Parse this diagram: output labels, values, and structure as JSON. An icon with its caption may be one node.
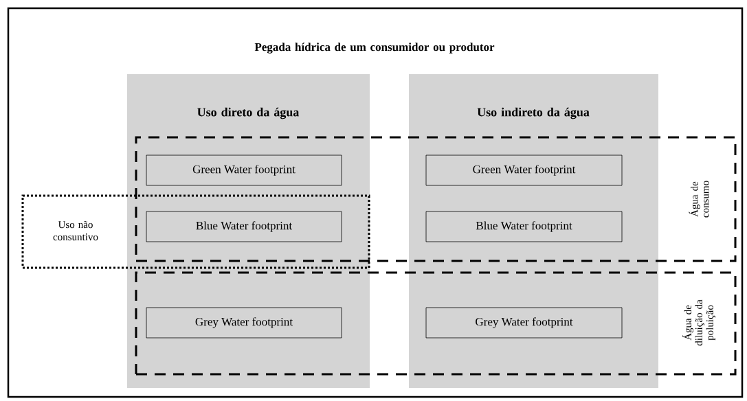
{
  "diagram": {
    "nodes": [
      {
        "text": [
          "Pegada hídrica de um consumidor ou produtor"
        ]
      },
      {
        "text": [
          "Uso direto da água"
        ],
        "in": 0
      },
      {
        "text": [
          "Uso indireto da água"
        ],
        "in": 0
      },
      {
        "text": [
          "Green Water footprint"
        ]
      },
      {
        "text": [
          "Blue Water footprint"
        ]
      },
      {
        "text": [
          "Grey Water footprint"
        ]
      },
      {
        "text": [
          "Green Water footprint"
        ]
      },
      {
        "text": [
          "Blue Water footprint"
        ]
      },
      {
        "text": [
          "Grey Water footprint"
        ]
      },
      {
        "text": [
          "Água de consumo"
        ],
        "in": 0
      },
      {
        "text": [
          "Água de diluição da poluição"
        ],
        "in": 0
      },
      {
        "text": [
          "Uso não consuntivo"
        ],
        "in": 0
      }
    ]
  }
}
